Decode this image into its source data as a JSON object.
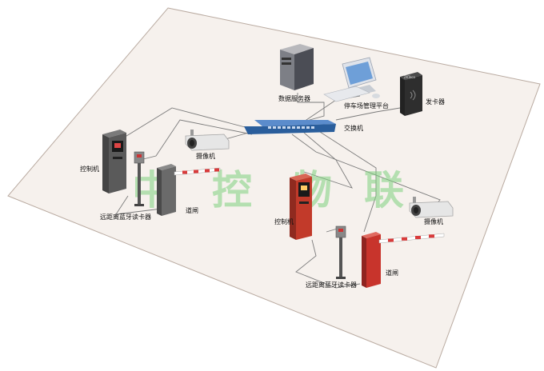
{
  "labels": {
    "data_server": "数据服务器",
    "parking_platform": "停车场管理平台",
    "card_issuer": "发卡器",
    "switch": "交换机",
    "camera_left": "摄像机",
    "camera_right": "摄像机",
    "controller_left": "控制机",
    "controller_right": "控制机",
    "gate_left": "道闸",
    "gate_right": "道闸",
    "reader_left": "远距离蓝牙读卡器",
    "reader_right": "远距离蓝牙读卡器",
    "card_issuer_brand": "ZKTeco"
  },
  "watermark": [
    "中",
    "控",
    "物",
    "联"
  ],
  "colors": {
    "floor": "#f6f1ed",
    "floor_border": "#b9aaa0",
    "switch_blue": "#2a5e9c",
    "controller_left": "#5a5a5a",
    "controller_right": "#c23a2a",
    "gate_left": "#6a6a6a",
    "gate_right": "#c8342c",
    "arm_stripe": "#d93b3b",
    "watermark": "#7fd17f"
  }
}
